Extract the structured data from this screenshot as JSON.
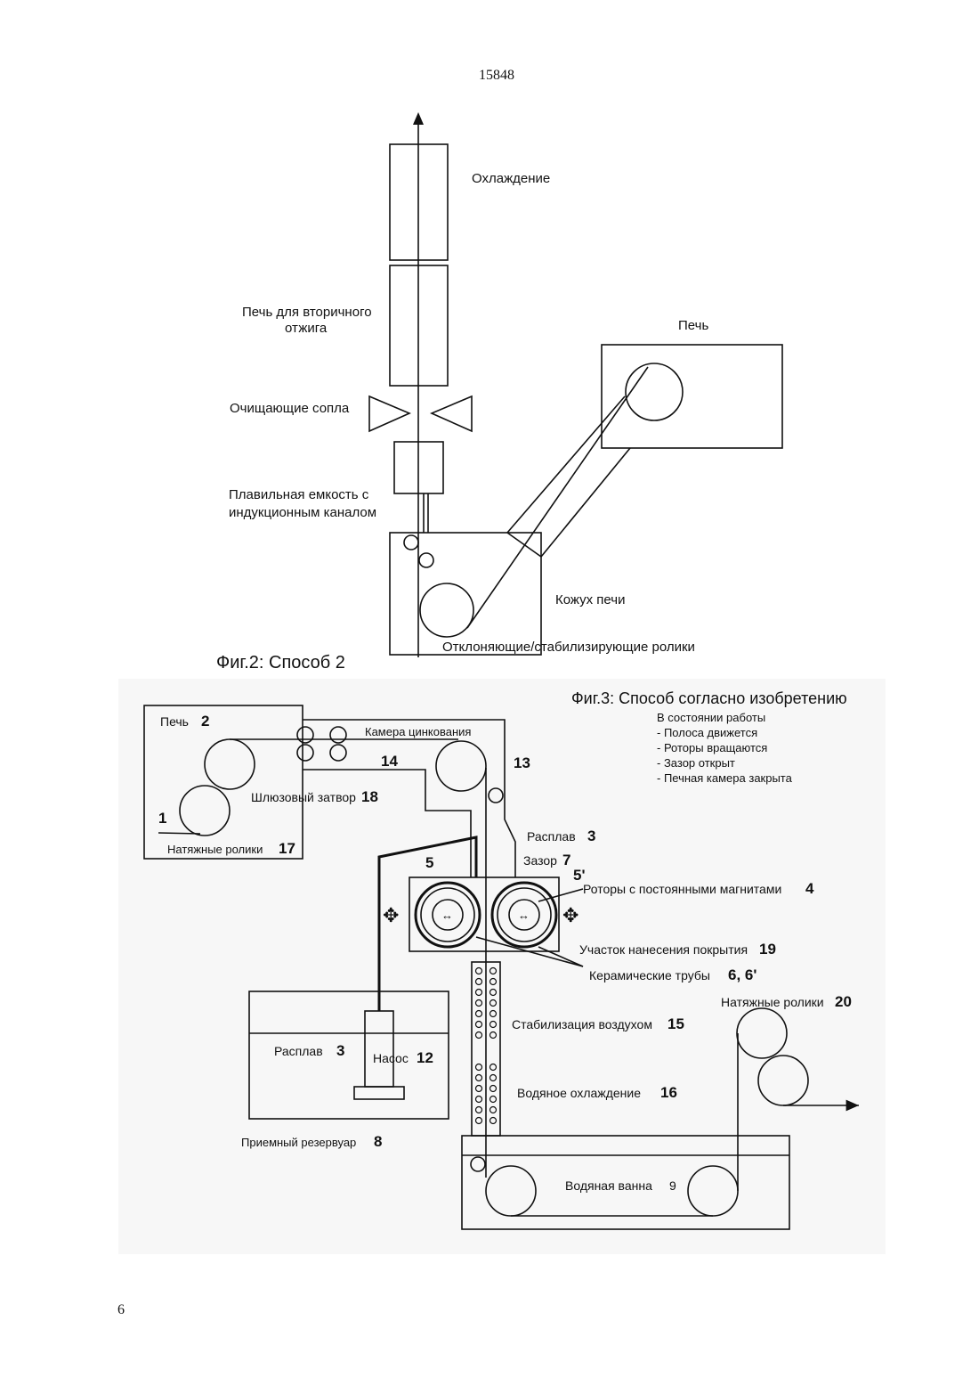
{
  "page_header": "15848",
  "page_number": "6",
  "fig2": {
    "caption": "Фиг.2: Способ 2",
    "cooling": "Охлаждение",
    "annealing_1": "Печь для вторичного",
    "annealing_2": "отжига",
    "nozzles": "Очищающие сопла",
    "melt_vessel_1": "Плавильная емкость с",
    "melt_vessel_2": "индукционным каналом",
    "furnace": "Печь",
    "furnace_casing": "Кожух печи",
    "rollers": "Отклоняющие/стабилизирующие ролики"
  },
  "fig3": {
    "title": "Фиг.3: Способ согласно изобретению",
    "state_title": "В состоянии работы",
    "state_items": [
      "- Полоса движется",
      "- Роторы вращаются",
      "- Зазор открыт",
      "- Печная камера закрыта"
    ],
    "furnace": "Печь",
    "furnace_num": "2",
    "zinc_chamber": "Камера цинкования",
    "num_14": "14",
    "num_13": "13",
    "lock": "Шлюзовый затвор",
    "lock_num": "18",
    "strip_num": "1",
    "tension_rollers": "Натяжные ролики",
    "tension_num": "17",
    "melt": "Расплав",
    "melt_num": "3",
    "num_5": "5",
    "gap": "Зазор",
    "gap_num": "7",
    "num_5p": "5'",
    "rotors": "Роторы с постоянными магнитами",
    "rotors_num": "4",
    "coating_zone": "Участок нанесения покрытия",
    "coating_num": "19",
    "ceramic": "Керамические трубы",
    "ceramic_num": "6, 6'",
    "tension_rollers2": "Натяжные ролики",
    "tension2_num": "20",
    "air_stab": "Стабилизация воздухом",
    "air_num": "15",
    "melt2": "Расплав",
    "melt2_num": "3",
    "pump": "Насос",
    "pump_num": "12",
    "water_cool": "Водяное охлаждение",
    "water_num": "16",
    "reservoir": "Приемный резервуар",
    "reservoir_num": "8",
    "water_bath": "Водяная ванна",
    "bath_num": "9"
  }
}
